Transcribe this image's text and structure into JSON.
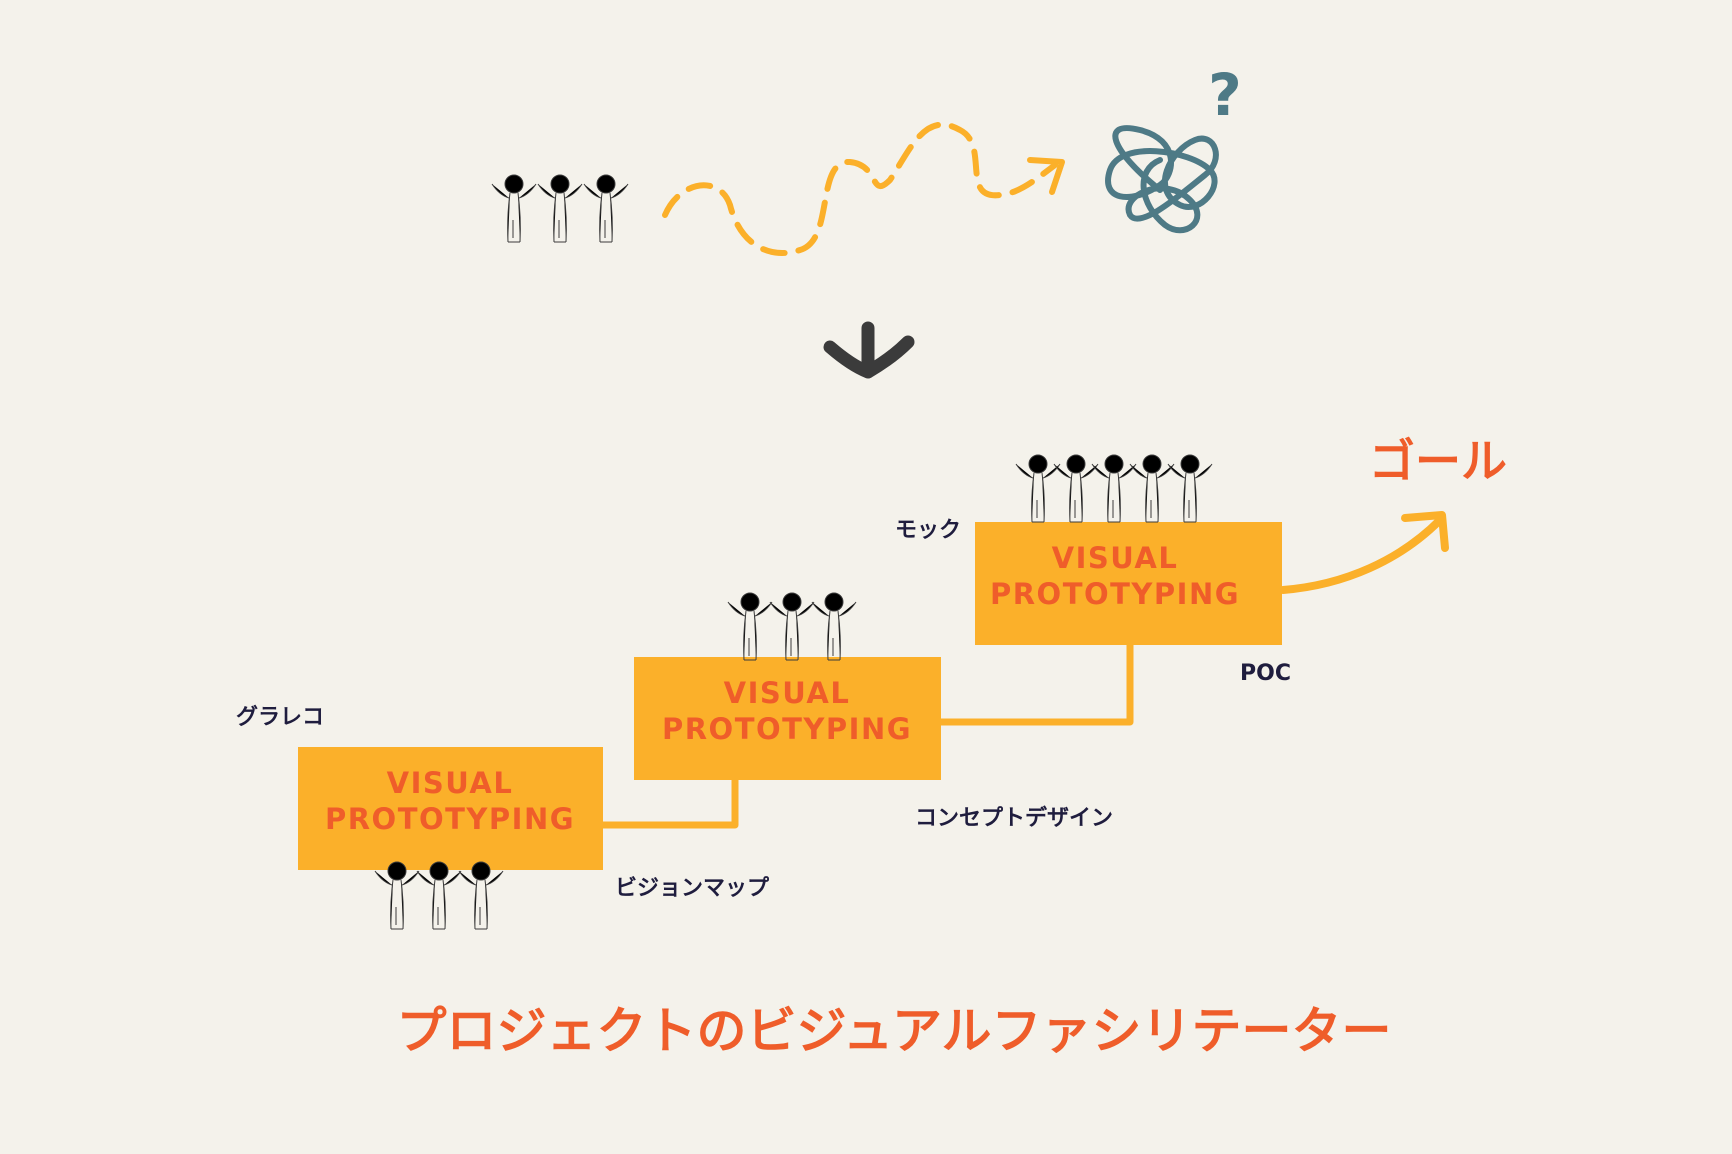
{
  "colors": {
    "background": "#f4f2eb",
    "box_fill": "#fbb02a",
    "box_text": "#ef5d2a",
    "path_line": "#fbb02a",
    "connector": "#fbb02a",
    "title": "#ef5d2a",
    "goal": "#ef5d2a",
    "label": "#1f1d3e",
    "person": "#3b3b3b",
    "tangle": "#4e7a86",
    "down_arrow": "#3b3b3b"
  },
  "icons": [
    "person-icon",
    "dashed-path-arrow",
    "tangle-icon",
    "question-mark-icon",
    "down-arrow-icon",
    "goal-arrow-icon"
  ],
  "stages": [
    {
      "line1": "VISUAL",
      "line2": "PROTOTYPING",
      "team_size": 3
    },
    {
      "line1": "VISUAL",
      "line2": "PROTOTYPING",
      "team_size": 3
    },
    {
      "line1": "VISUAL",
      "line2": "PROTOTYPING",
      "team_size": 5
    }
  ],
  "labels": {
    "graphic_recording": "グラレコ",
    "vision_map": "ビジョンマップ",
    "concept_design": "コンセプトデザイン",
    "mock": "モック",
    "poc": "POC"
  },
  "goal": "ゴール",
  "title": "プロジェクトのビジュアルファシリテーター",
  "question_mark": "?",
  "intro_team_size": 3
}
